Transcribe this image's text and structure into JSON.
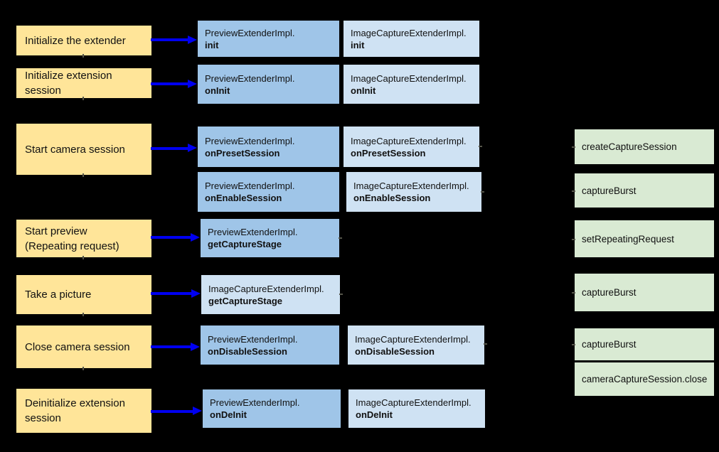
{
  "colors": {
    "background": "#000000",
    "step_fill": "#ffe599",
    "preview_fill": "#9fc5e8",
    "image_capture_fill": "#cfe2f3",
    "camera2_fill": "#d9ead3",
    "arrow": "#0000f0",
    "text": "#111111"
  },
  "steps": [
    {
      "label": "Initialize the extender",
      "lines": [
        "Initialize the extender"
      ]
    },
    {
      "label": "Initialize extension session",
      "lines": [
        "Initialize extension",
        "session"
      ]
    },
    {
      "label": "Start camera session",
      "lines": [
        "Start camera session"
      ]
    },
    {
      "label": "Start preview (Repeating request)",
      "lines": [
        "Start preview",
        "(Repeating request)"
      ]
    },
    {
      "label": "Take a picture",
      "lines": [
        "Take a picture"
      ]
    },
    {
      "label": "Close camera session",
      "lines": [
        "Close camera session"
      ]
    },
    {
      "label": "Deinitialize extension session",
      "lines": [
        "Deinitialize extension",
        "session"
      ]
    }
  ],
  "middle_column": [
    {
      "class_name": "PreviewExtenderImpl.",
      "method": "init"
    },
    {
      "class_name": "PreviewExtenderImpl.",
      "method": "onInit"
    },
    {
      "class_name": "PreviewExtenderImpl.",
      "method": "onPresetSession"
    },
    {
      "class_name": "PreviewExtenderImpl.",
      "method": "onEnableSession"
    },
    {
      "class_name": "PreviewExtenderImpl.",
      "method": "getCaptureStage"
    },
    {
      "class_name": "ImageCaptureExtenderImpl.",
      "method": "getCaptureStage"
    },
    {
      "class_name": "PreviewExtenderImpl.",
      "method": "onDisableSession"
    },
    {
      "class_name": "PreviewExtenderImpl.",
      "method": "onDeInit"
    }
  ],
  "right_column": [
    {
      "class_name": "ImageCaptureExtenderImpl.",
      "method": "init"
    },
    {
      "class_name": "ImageCaptureExtenderImpl.",
      "method": "onInit"
    },
    {
      "class_name": "ImageCaptureExtenderImpl.",
      "method": "onPresetSession"
    },
    {
      "class_name": "ImageCaptureExtenderImpl.",
      "method": "onEnableSession"
    },
    {
      "class_name": "ImageCaptureExtenderImpl.",
      "method": "onDisableSession"
    },
    {
      "class_name": "ImageCaptureExtenderImpl.",
      "method": "onDeInit"
    }
  ],
  "camera2_calls": [
    {
      "label": "createCaptureSession"
    },
    {
      "label": "captureBurst"
    },
    {
      "label": "setRepeatingRequest"
    },
    {
      "label": "captureBurst"
    },
    {
      "label": "captureBurst"
    },
    {
      "label": "cameraCaptureSession.close"
    }
  ]
}
